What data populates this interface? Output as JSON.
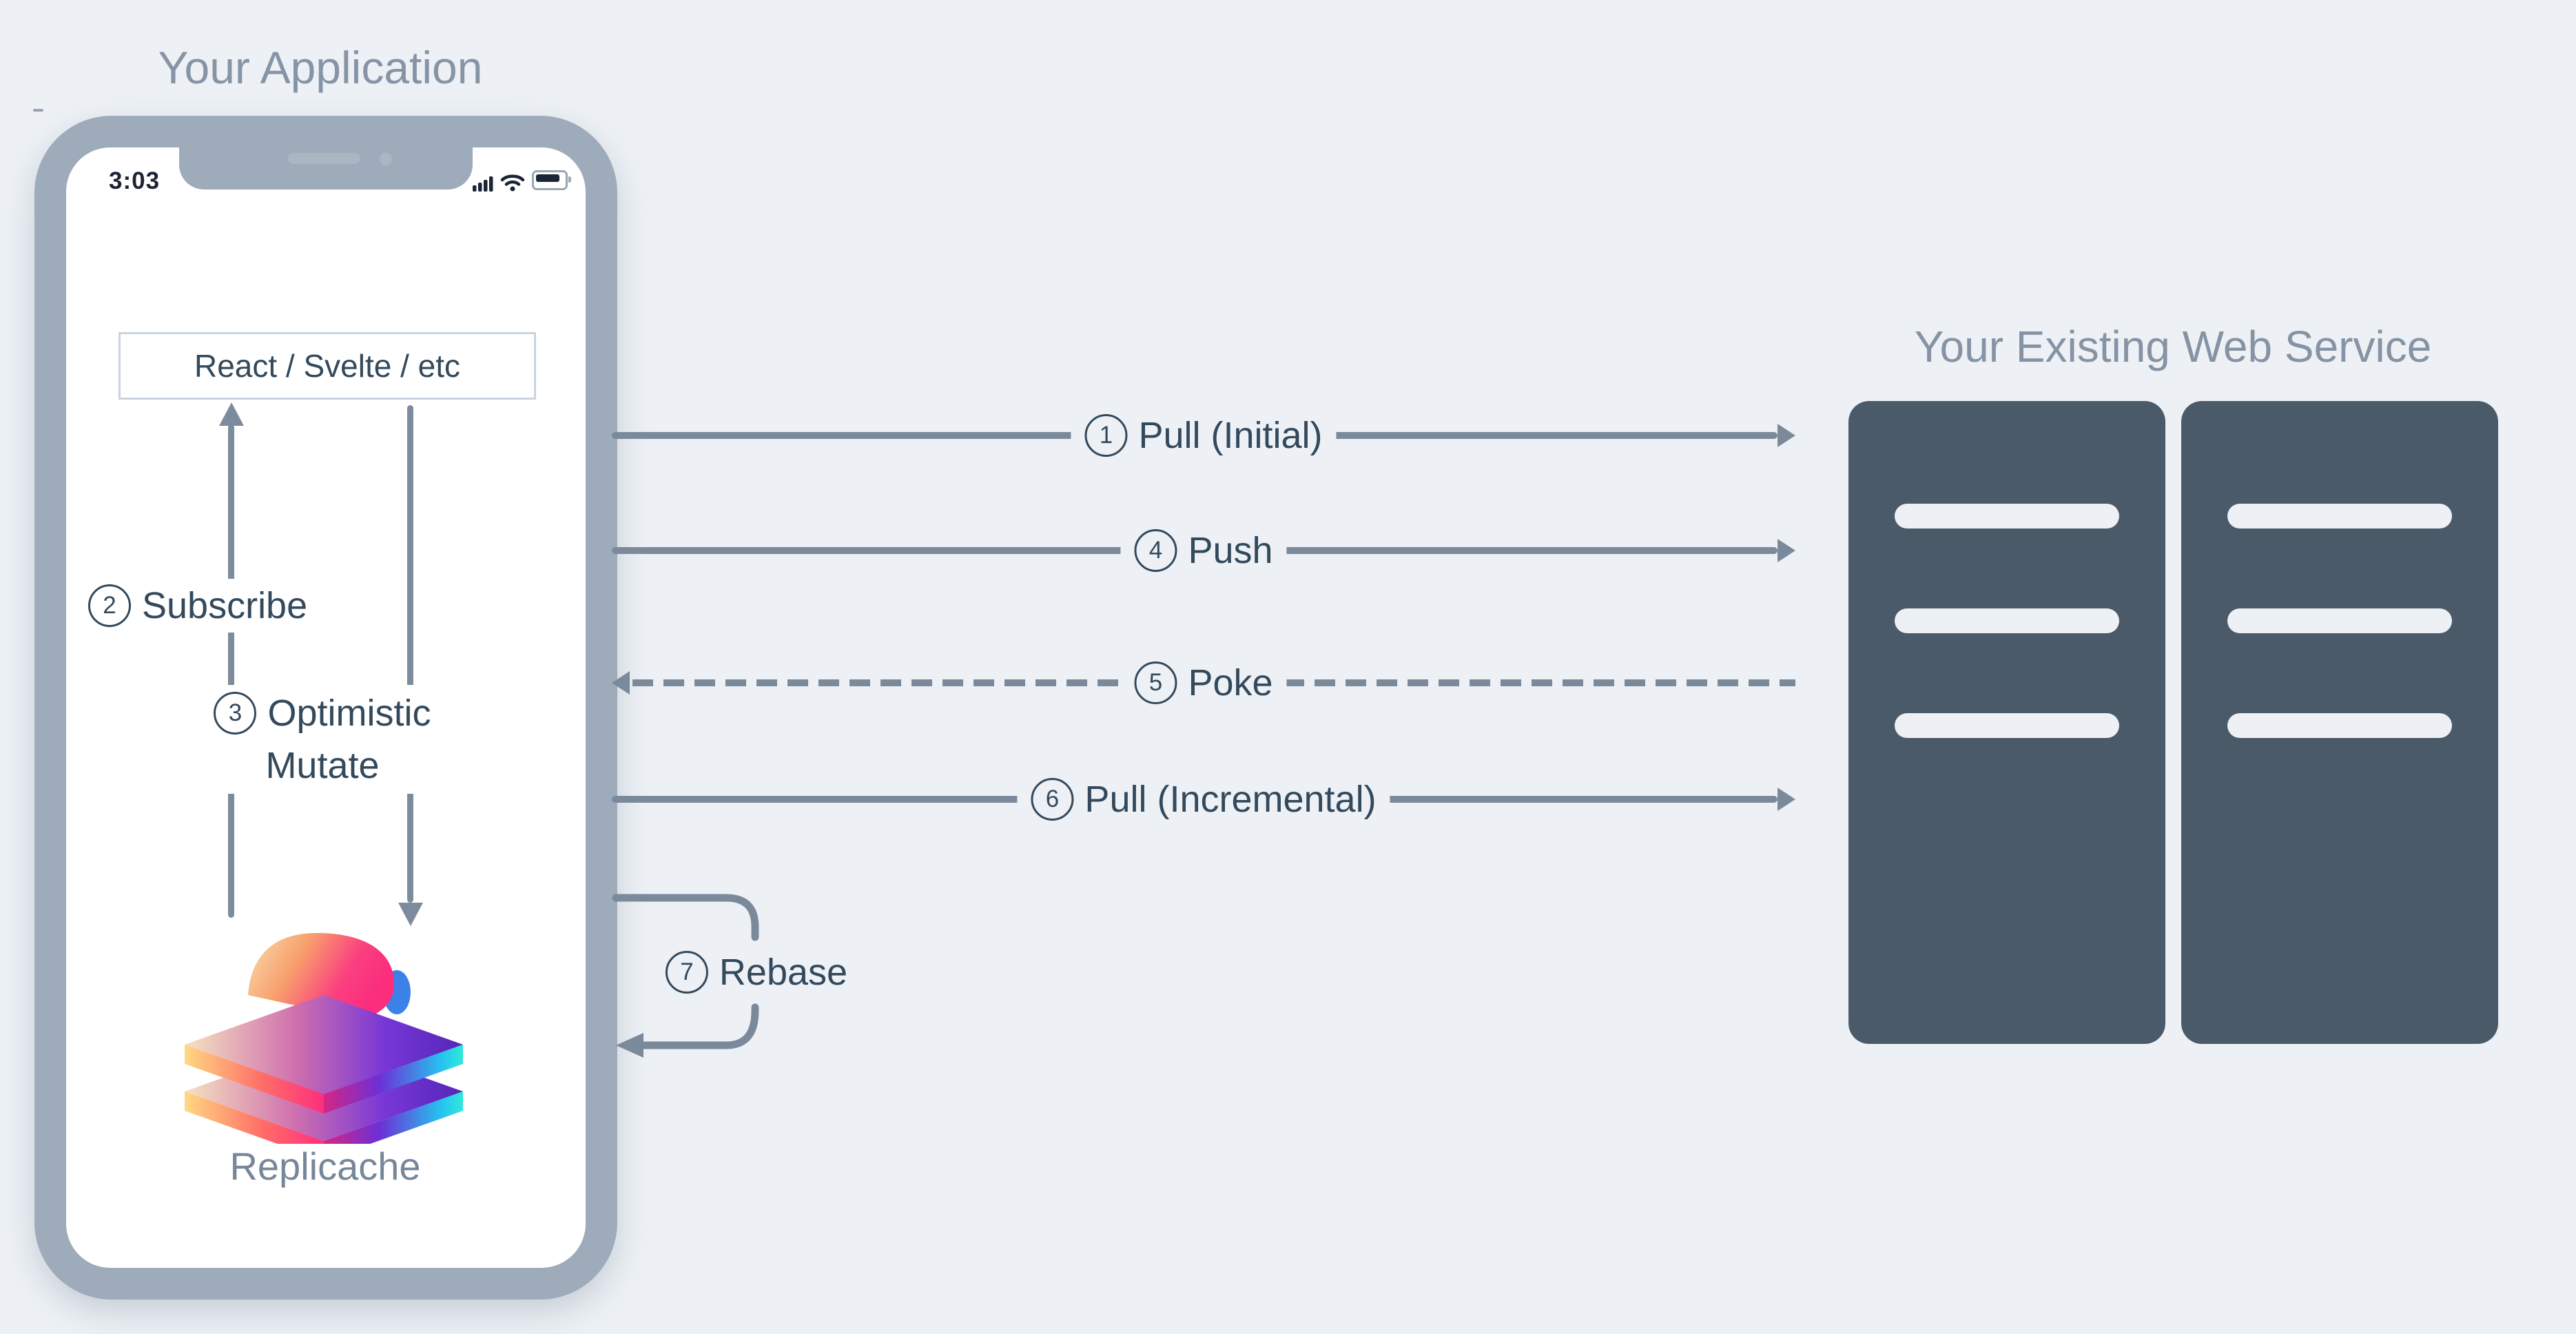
{
  "colors": {
    "background": "#edf1f6",
    "phone_bezel": "#9dabba",
    "arrow_gray": "#7b8a9b",
    "dark_text": "#33495c",
    "muted_title": "#8694a5",
    "server_fill": "#4a5a69",
    "caption_gray": "#76879a",
    "status_dark": "#1b2535"
  },
  "application": {
    "title": "Your Application",
    "phone": {
      "status_time": "3:03",
      "icons": [
        "signal-icon",
        "wifi-icon",
        "battery-icon"
      ]
    },
    "ui_box_label": "React / Svelte / etc",
    "logo_caption": "Replicache",
    "flows": [
      {
        "num": "2",
        "label": "Subscribe"
      },
      {
        "num": "3",
        "label_line1": "Optimistic",
        "label_line2": "Mutate"
      }
    ]
  },
  "service": {
    "title": "Your Existing Web Service"
  },
  "flows": [
    {
      "num": "1",
      "label": "Pull (Initial)"
    },
    {
      "num": "4",
      "label": "Push"
    },
    {
      "num": "5",
      "label": "Poke"
    },
    {
      "num": "6",
      "label": "Pull (Incremental)"
    },
    {
      "num": "7",
      "label": "Rebase"
    }
  ]
}
